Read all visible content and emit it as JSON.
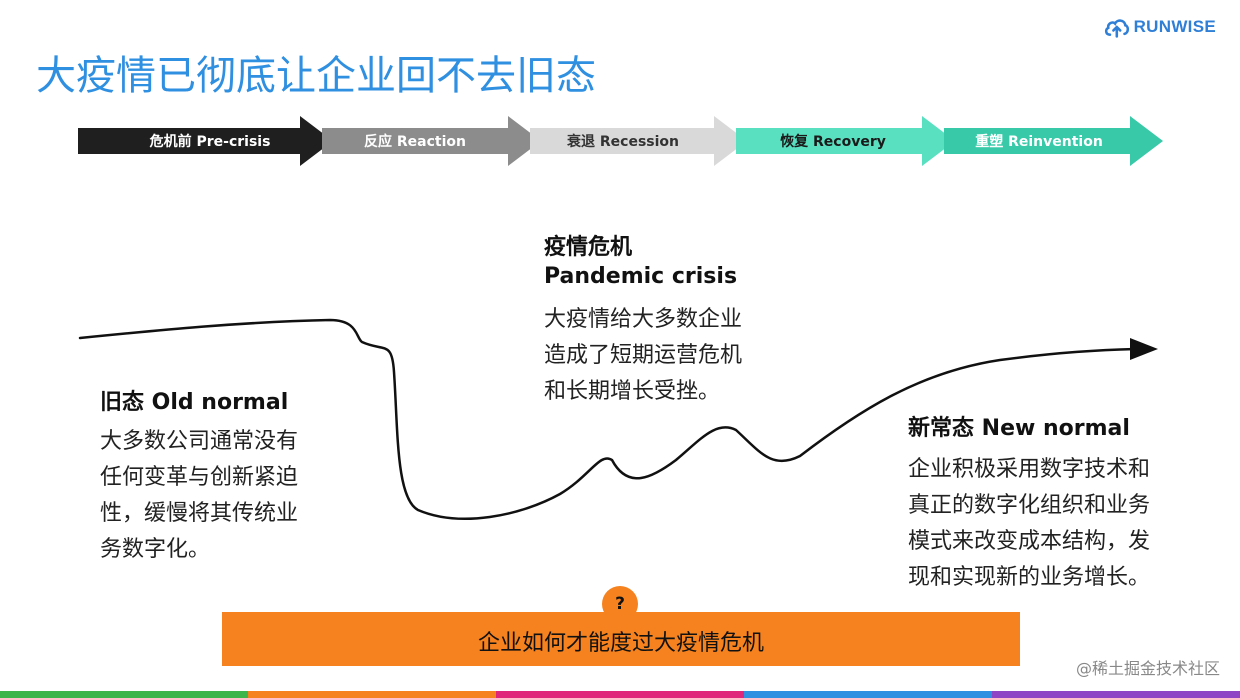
{
  "logo": {
    "text": "RUNWISE"
  },
  "title": "大疫情已彻底让企业回不去旧态",
  "stages": [
    {
      "label": "危机前 Pre-crisis",
      "color": "#1f1f1f",
      "text_color": "#ffffff"
    },
    {
      "label": "反应 Reaction",
      "color": "#8c8c8c",
      "text_color": "#ffffff"
    },
    {
      "label": "衰退 Recession",
      "color": "#d9d9d9",
      "text_color": "#333333"
    },
    {
      "label": "恢复 Recovery",
      "color": "#58e0c0",
      "text_color": "#1a1a1a"
    },
    {
      "label": "重塑 Reinvention",
      "color": "#38c9a8",
      "text_color": "#ffffff"
    }
  ],
  "old_normal": {
    "heading": "旧态 Old normal",
    "lines": [
      "大多数公司通常没有",
      "任何变革与创新紧迫",
      "性，缓慢将其传统业",
      "务数字化。"
    ]
  },
  "pandemic": {
    "heading_cn": "疫情危机",
    "heading_en": "Pandemic crisis",
    "lines": [
      "大疫情给大多数企业",
      "造成了短期运营危机",
      "和长期增长受挫。"
    ]
  },
  "new_normal": {
    "heading": "新常态 New normal",
    "lines": [
      "企业积极采用数字技术和",
      "真正的数字化组织和业务",
      "模式来改变成本结构，发",
      "现和实现新的业务增长。"
    ]
  },
  "question_mark": "?",
  "banner": {
    "text": "企业如何才能度过大疫情危机",
    "color": "#f5821f"
  },
  "watermark": "@稀土掘金技术社区",
  "bottom_colors": [
    "#3cb54a",
    "#f5821f",
    "#e0267a",
    "#2f8fe0",
    "#8e44c4"
  ]
}
